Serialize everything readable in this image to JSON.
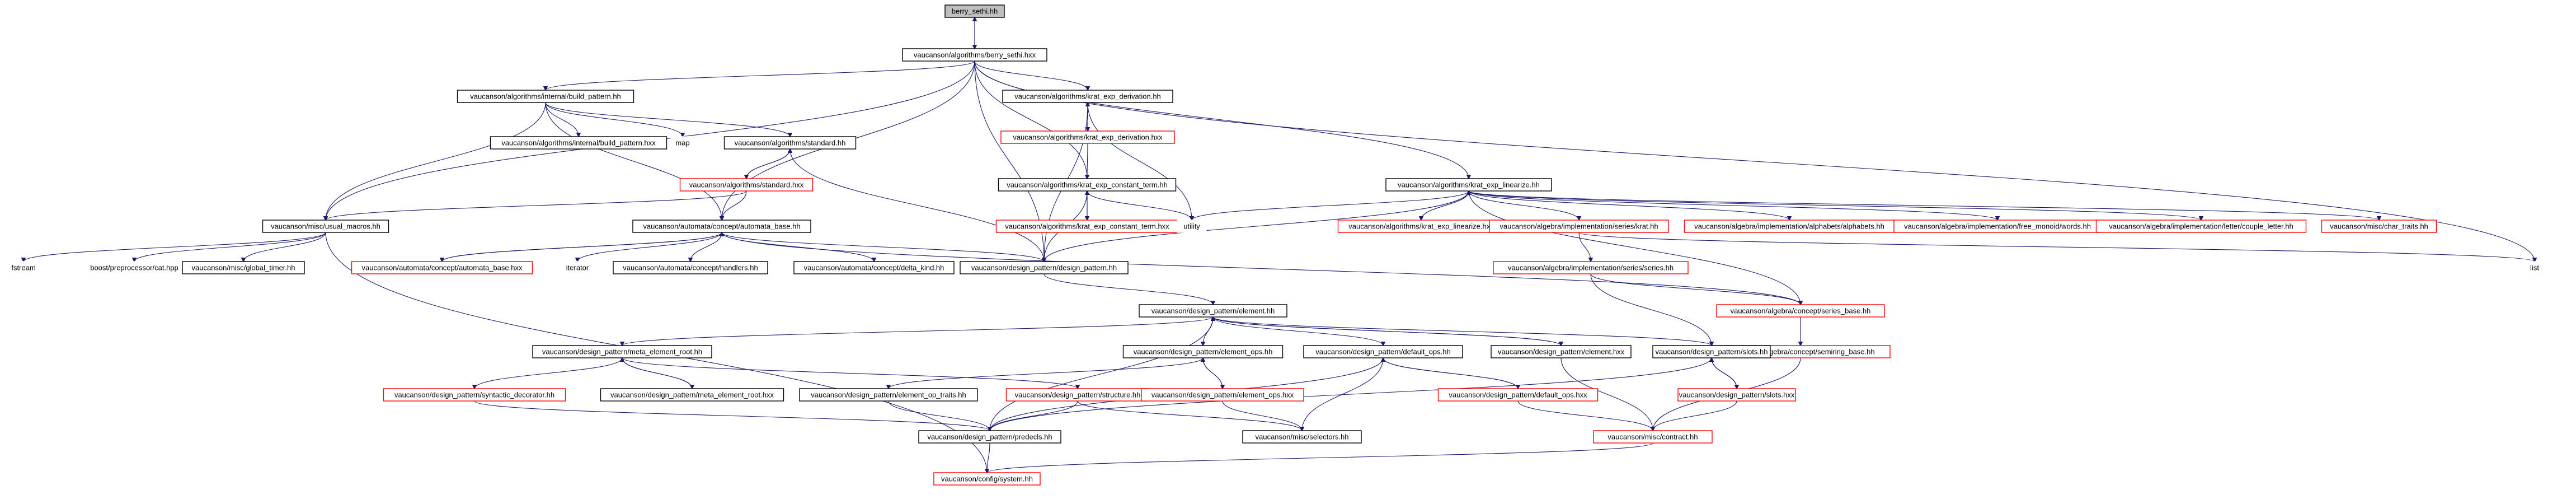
{
  "diagram": {
    "nodes": [
      {
        "id": "berry",
        "label": "berry_sethi.hh",
        "style": "focus"
      },
      {
        "id": "berry_hxx",
        "label": "vaucanson/algorithms/berry_sethi.hxx",
        "style": "black"
      },
      {
        "id": "build_pattern",
        "label": "vaucanson/algorithms/internal/build_pattern.hh",
        "style": "black"
      },
      {
        "id": "build_pattern_hxx",
        "label": "vaucanson/algorithms/internal/build_pattern.hxx",
        "style": "black"
      },
      {
        "id": "map",
        "label": "map",
        "style": "white"
      },
      {
        "id": "standard_hh",
        "label": "vaucanson/algorithms/standard.hh",
        "style": "black"
      },
      {
        "id": "standard_hxx",
        "label": "vaucanson/algorithms/standard.hxx",
        "style": "red"
      },
      {
        "id": "usual_macros",
        "label": "vaucanson/misc/usual_macros.hh",
        "style": "black"
      },
      {
        "id": "fstream",
        "label": "fstream",
        "style": "white"
      },
      {
        "id": "boost_cat",
        "label": "boost/preprocessor/cat.hpp",
        "style": "white"
      },
      {
        "id": "global_timer",
        "label": "vaucanson/misc/global_timer.hh",
        "style": "black"
      },
      {
        "id": "automata_base",
        "label": "vaucanson/automata/concept/automata_base.hh",
        "style": "black"
      },
      {
        "id": "automata_base_hxx",
        "label": "vaucanson/automata/concept/automata_base.hxx",
        "style": "red"
      },
      {
        "id": "iterator",
        "label": "iterator",
        "style": "white"
      },
      {
        "id": "handlers",
        "label": "vaucanson/automata/concept/handlers.hh",
        "style": "black"
      },
      {
        "id": "delta_kind",
        "label": "vaucanson/automata/concept/delta_kind.hh",
        "style": "black"
      },
      {
        "id": "krat_deriv",
        "label": "vaucanson/algorithms/krat_exp_derivation.hh",
        "style": "black"
      },
      {
        "id": "krat_deriv_hxx",
        "label": "vaucanson/algorithms/krat_exp_derivation.hxx",
        "style": "red"
      },
      {
        "id": "krat_const",
        "label": "vaucanson/algorithms/krat_exp_constant_term.hh",
        "style": "black"
      },
      {
        "id": "krat_const_hxx",
        "label": "vaucanson/algorithms/krat_exp_constant_term.hxx",
        "style": "red"
      },
      {
        "id": "utility",
        "label": "utility",
        "style": "white"
      },
      {
        "id": "design_pattern",
        "label": "vaucanson/design_pattern/design_pattern.hh",
        "style": "black"
      },
      {
        "id": "krat_lin",
        "label": "vaucanson/algorithms/krat_exp_linearize.hh",
        "style": "black"
      },
      {
        "id": "krat_lin_hxx",
        "label": "vaucanson/algorithms/krat_exp_linearize.hxx",
        "style": "red"
      },
      {
        "id": "series_krat",
        "label": "vaucanson/algebra/implementation/series/krat.hh",
        "style": "red"
      },
      {
        "id": "alphabets",
        "label": "vaucanson/algebra/implementation/alphabets/alphabets.hh",
        "style": "red"
      },
      {
        "id": "free_monoid",
        "label": "vaucanson/algebra/implementation/free_monoid/words.hh",
        "style": "red"
      },
      {
        "id": "couple_letter",
        "label": "vaucanson/algebra/implementation/letter/couple_letter.hh",
        "style": "red"
      },
      {
        "id": "char_traits",
        "label": "vaucanson/misc/char_traits.hh",
        "style": "red"
      },
      {
        "id": "list",
        "label": "list",
        "style": "white"
      },
      {
        "id": "series_series",
        "label": "vaucanson/algebra/implementation/series/series.hh",
        "style": "red"
      },
      {
        "id": "series_base",
        "label": "vaucanson/algebra/concept/series_base.hh",
        "style": "red"
      },
      {
        "id": "semiring_base",
        "label": "vaucanson/algebra/concept/semiring_base.hh",
        "style": "red"
      },
      {
        "id": "element_hh",
        "label": "vaucanson/design_pattern/element.hh",
        "style": "black"
      },
      {
        "id": "meta_elem",
        "label": "vaucanson/design_pattern/meta_element_root.hh",
        "style": "black"
      },
      {
        "id": "syntactic",
        "label": "vaucanson/design_pattern/syntactic_decorator.hh",
        "style": "red"
      },
      {
        "id": "meta_elem_hxx",
        "label": "vaucanson/design_pattern/meta_element_root.hxx",
        "style": "black"
      },
      {
        "id": "element_ops",
        "label": "vaucanson/design_pattern/element_ops.hh",
        "style": "black"
      },
      {
        "id": "element_op_traits",
        "label": "vaucanson/design_pattern/element_op_traits.hh",
        "style": "black"
      },
      {
        "id": "structure",
        "label": "vaucanson/design_pattern/structure.hh",
        "style": "red"
      },
      {
        "id": "element_ops_hxx",
        "label": "vaucanson/design_pattern/element_ops.hxx",
        "style": "red"
      },
      {
        "id": "default_ops",
        "label": "vaucanson/design_pattern/default_ops.hh",
        "style": "black"
      },
      {
        "id": "default_ops_hxx",
        "label": "vaucanson/design_pattern/default_ops.hxx",
        "style": "red"
      },
      {
        "id": "element_hxx",
        "label": "vaucanson/design_pattern/element.hxx",
        "style": "black"
      },
      {
        "id": "slots",
        "label": "vaucanson/design_pattern/slots.hh",
        "style": "black"
      },
      {
        "id": "slots_hxx",
        "label": "vaucanson/design_pattern/slots.hxx",
        "style": "red"
      },
      {
        "id": "predecls",
        "label": "vaucanson/design_pattern/predecls.hh",
        "style": "black"
      },
      {
        "id": "selectors",
        "label": "vaucanson/misc/selectors.hh",
        "style": "black"
      },
      {
        "id": "contract",
        "label": "vaucanson/misc/contract.hh",
        "style": "red"
      },
      {
        "id": "system",
        "label": "vaucanson/config/system.hh",
        "style": "red"
      }
    ],
    "edges": [
      [
        "berry",
        "berry_hxx"
      ],
      [
        "berry_hxx",
        "berry"
      ],
      [
        "berry_hxx",
        "build_pattern"
      ],
      [
        "berry_hxx",
        "usual_macros"
      ],
      [
        "berry_hxx",
        "automata_base"
      ],
      [
        "berry_hxx",
        "krat_deriv"
      ],
      [
        "berry_hxx",
        "krat_const"
      ],
      [
        "berry_hxx",
        "krat_lin"
      ],
      [
        "berry_hxx",
        "design_pattern"
      ],
      [
        "berry_hxx",
        "list"
      ],
      [
        "build_pattern",
        "build_pattern_hxx"
      ],
      [
        "build_pattern",
        "map"
      ],
      [
        "build_pattern",
        "standard_hh"
      ],
      [
        "build_pattern",
        "usual_macros"
      ],
      [
        "build_pattern",
        "automata_base"
      ],
      [
        "standard_hh",
        "standard_hxx"
      ],
      [
        "standard_hh",
        "design_pattern"
      ],
      [
        "standard_hxx",
        "standard_hh"
      ],
      [
        "standard_hxx",
        "usual_macros"
      ],
      [
        "standard_hxx",
        "automata_base"
      ],
      [
        "usual_macros",
        "fstream"
      ],
      [
        "usual_macros",
        "boost_cat"
      ],
      [
        "usual_macros",
        "global_timer"
      ],
      [
        "usual_macros",
        "system"
      ],
      [
        "automata_base",
        "automata_base_hxx"
      ],
      [
        "automata_base",
        "iterator"
      ],
      [
        "automata_base",
        "handlers"
      ],
      [
        "automata_base",
        "delta_kind"
      ],
      [
        "automata_base",
        "design_pattern"
      ],
      [
        "automata_base",
        "series_base"
      ],
      [
        "automata_base_hxx",
        "automata_base"
      ],
      [
        "krat_deriv",
        "krat_deriv_hxx"
      ],
      [
        "krat_deriv",
        "utility"
      ],
      [
        "krat_deriv",
        "design_pattern"
      ],
      [
        "krat_deriv_hxx",
        "krat_deriv"
      ],
      [
        "krat_deriv_hxx",
        "krat_const"
      ],
      [
        "krat_const",
        "krat_const_hxx"
      ],
      [
        "krat_const",
        "utility"
      ],
      [
        "krat_const",
        "design_pattern"
      ],
      [
        "krat_const_hxx",
        "krat_const"
      ],
      [
        "krat_lin",
        "krat_lin_hxx"
      ],
      [
        "krat_lin",
        "utility"
      ],
      [
        "krat_lin",
        "design_pattern"
      ],
      [
        "krat_lin",
        "series_krat"
      ],
      [
        "krat_lin",
        "alphabets"
      ],
      [
        "krat_lin",
        "free_monoid"
      ],
      [
        "krat_lin",
        "couple_letter"
      ],
      [
        "krat_lin",
        "char_traits"
      ],
      [
        "krat_lin",
        "series_base"
      ],
      [
        "krat_lin_hxx",
        "krat_lin"
      ],
      [
        "series_krat",
        "series_series"
      ],
      [
        "series_krat",
        "list"
      ],
      [
        "series_series",
        "series_base"
      ],
      [
        "series_series",
        "slots"
      ],
      [
        "series_base",
        "semiring_base"
      ],
      [
        "semiring_base",
        "contract"
      ],
      [
        "design_pattern",
        "element_hh"
      ],
      [
        "element_hh",
        "meta_elem"
      ],
      [
        "element_hh",
        "element_ops"
      ],
      [
        "element_hh",
        "default_ops"
      ],
      [
        "element_hh",
        "element_hxx"
      ],
      [
        "element_hh",
        "slots"
      ],
      [
        "element_hh",
        "predecls"
      ],
      [
        "meta_elem",
        "syntactic"
      ],
      [
        "meta_elem",
        "meta_elem_hxx"
      ],
      [
        "meta_elem",
        "structure"
      ],
      [
        "meta_elem_hxx",
        "meta_elem"
      ],
      [
        "syntactic",
        "predecls"
      ],
      [
        "element_ops",
        "element_op_traits"
      ],
      [
        "element_ops",
        "element_ops_hxx"
      ],
      [
        "element_ops_hxx",
        "element_ops"
      ],
      [
        "element_ops_hxx",
        "selectors"
      ],
      [
        "element_op_traits",
        "predecls"
      ],
      [
        "structure",
        "predecls"
      ],
      [
        "structure",
        "selectors"
      ],
      [
        "default_ops",
        "default_ops_hxx"
      ],
      [
        "default_ops",
        "predecls"
      ],
      [
        "default_ops",
        "selectors"
      ],
      [
        "default_ops_hxx",
        "default_ops"
      ],
      [
        "default_ops_hxx",
        "contract"
      ],
      [
        "element_hxx",
        "element_hh"
      ],
      [
        "element_hxx",
        "contract"
      ],
      [
        "slots",
        "slots_hxx"
      ],
      [
        "slots",
        "predecls"
      ],
      [
        "slots_hxx",
        "slots"
      ],
      [
        "slots_hxx",
        "contract"
      ],
      [
        "predecls",
        "system"
      ],
      [
        "contract",
        "system"
      ]
    ]
  }
}
